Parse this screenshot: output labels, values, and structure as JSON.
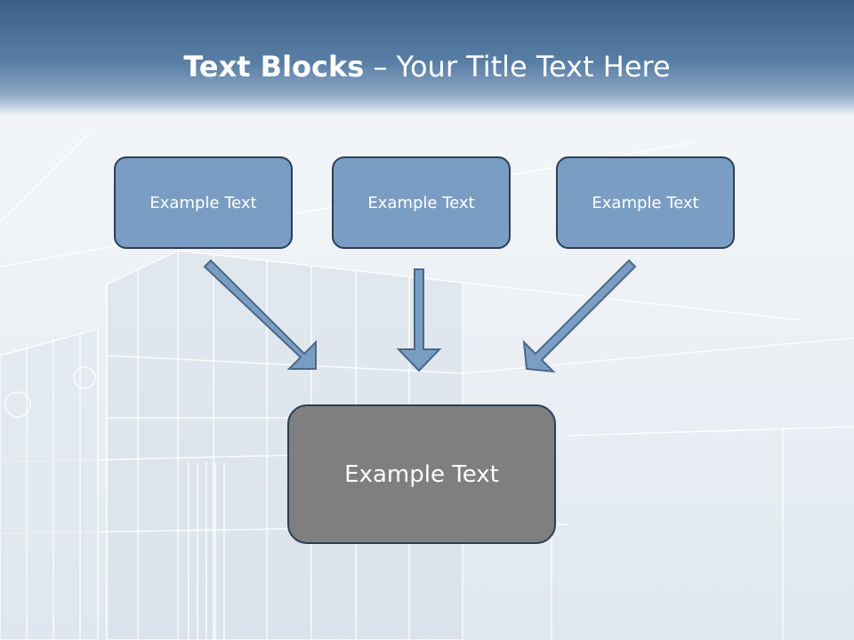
{
  "slide": {
    "title_bold": "Text Blocks",
    "title_dash": " – ",
    "title_rest": "Your Title Text Here"
  },
  "diagram": {
    "top_blocks": [
      "Example Text",
      "Example Text",
      "Example Text"
    ],
    "center_block": "Example Text"
  },
  "colors": {
    "header": "#4a6f96",
    "top_block_fill": "#7a9ec3",
    "center_block_fill": "#7f7f7f",
    "arrow_fill": "#7a9ec3",
    "outline": "#2b3f57"
  }
}
